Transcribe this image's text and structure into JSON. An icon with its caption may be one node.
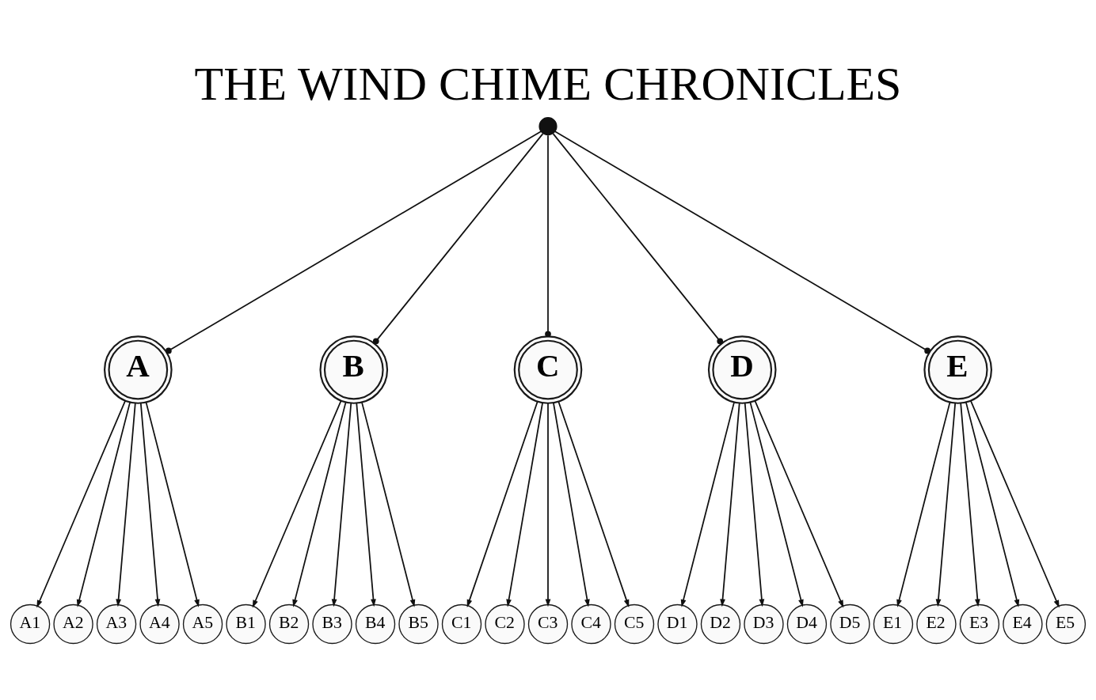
{
  "diagram": {
    "title": "THE WIND CHIME CHRONICLES",
    "nodes": [
      {
        "text": [],
        "shape": "circle"
      },
      {
        "text": [
          "A"
        ]
      },
      {
        "text": [
          "B"
        ]
      },
      {
        "text": [
          "C"
        ]
      },
      {
        "text": [
          "D"
        ]
      },
      {
        "text": [
          "E"
        ]
      },
      {
        "text": [
          "A1"
        ]
      },
      {
        "text": [
          "A2"
        ]
      },
      {
        "text": [
          "A3"
        ]
      },
      {
        "text": [
          "A4"
        ]
      },
      {
        "text": [
          "A5"
        ]
      },
      {
        "text": [
          "B1"
        ]
      },
      {
        "text": [
          "B2"
        ]
      },
      {
        "text": [
          "B3"
        ]
      },
      {
        "text": [
          "B4"
        ]
      },
      {
        "text": [
          "B5"
        ]
      },
      {
        "text": [
          "C1"
        ]
      },
      {
        "text": [
          "C2"
        ]
      },
      {
        "text": [
          "C3"
        ]
      },
      {
        "text": [
          "C4"
        ]
      },
      {
        "text": [
          "C5"
        ]
      },
      {
        "text": [
          "D1"
        ]
      },
      {
        "text": [
          "D2"
        ]
      },
      {
        "text": [
          "D3"
        ]
      },
      {
        "text": [
          "D4"
        ]
      },
      {
        "text": [
          "D5"
        ]
      },
      {
        "text": [
          "E1"
        ]
      },
      {
        "text": [
          "E2"
        ]
      },
      {
        "text": [
          "E3"
        ]
      },
      {
        "text": [
          "E4"
        ]
      },
      {
        "text": [
          "E5"
        ]
      }
    ],
    "edges": [
      {
        "from": 0,
        "to": 1,
        "arrow": "other"
      },
      {
        "from": 0,
        "to": 2,
        "arrow": "other"
      },
      {
        "from": 0,
        "to": 3,
        "arrow": "other"
      },
      {
        "from": 0,
        "to": 4,
        "arrow": "other"
      },
      {
        "from": 0,
        "to": 5,
        "arrow": "other"
      },
      {
        "from": 1,
        "to": 6,
        "arrow": "to"
      },
      {
        "from": 1,
        "to": 7,
        "arrow": "to"
      },
      {
        "from": 1,
        "to": 8,
        "arrow": "to"
      },
      {
        "from": 1,
        "to": 9,
        "arrow": "to"
      },
      {
        "from": 1,
        "to": 10,
        "arrow": "to"
      },
      {
        "from": 2,
        "to": 11,
        "arrow": "to"
      },
      {
        "from": 2,
        "to": 12,
        "arrow": "to"
      },
      {
        "from": 2,
        "to": 13,
        "arrow": "to"
      },
      {
        "from": 2,
        "to": 14,
        "arrow": "to"
      },
      {
        "from": 2,
        "to": 15,
        "arrow": "to"
      },
      {
        "from": 3,
        "to": 16,
        "arrow": "to"
      },
      {
        "from": 3,
        "to": 17,
        "arrow": "to"
      },
      {
        "from": 3,
        "to": 18,
        "arrow": "to"
      },
      {
        "from": 3,
        "to": 19,
        "arrow": "to"
      },
      {
        "from": 3,
        "to": 20,
        "arrow": "to"
      },
      {
        "from": 4,
        "to": 21,
        "arrow": "to"
      },
      {
        "from": 4,
        "to": 22,
        "arrow": "to"
      },
      {
        "from": 4,
        "to": 23,
        "arrow": "to"
      },
      {
        "from": 4,
        "to": 24,
        "arrow": "to"
      },
      {
        "from": 4,
        "to": 25,
        "arrow": "to"
      },
      {
        "from": 5,
        "to": 26,
        "arrow": "to"
      },
      {
        "from": 5,
        "to": 27,
        "arrow": "to"
      },
      {
        "from": 5,
        "to": 28,
        "arrow": "to"
      },
      {
        "from": 5,
        "to": 29,
        "arrow": "to"
      },
      {
        "from": 5,
        "to": 30,
        "arrow": "to"
      }
    ]
  }
}
